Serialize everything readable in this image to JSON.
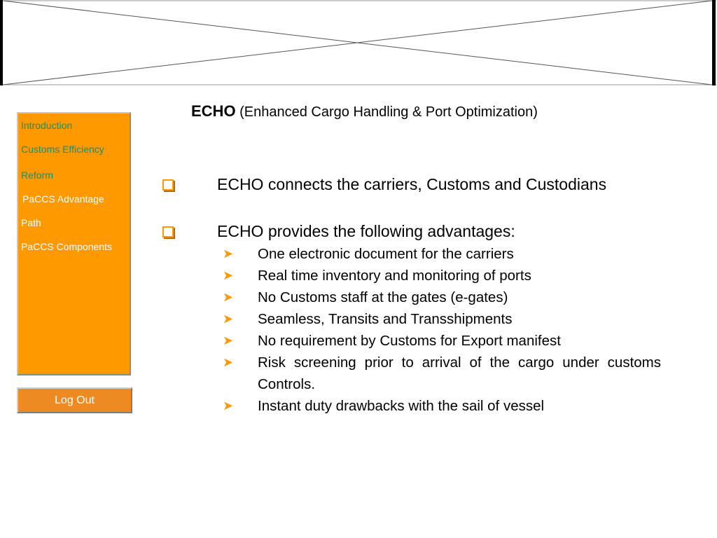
{
  "sidebar": {
    "items": [
      {
        "label": "Introduction"
      },
      {
        "label": "Customs Efficiency"
      },
      {
        "label": "Reform"
      },
      {
        "label": "PaCCS Advantage"
      },
      {
        "label": "Path"
      },
      {
        "label": "PaCCS Components"
      }
    ]
  },
  "logout": {
    "label": "Log Out"
  },
  "main": {
    "title_bold": "ECHO",
    "title_rest": "(Enhanced Cargo Handling & Port Optimization)",
    "bullets": [
      {
        "text": "ECHO connects the carriers, Customs and Custodians"
      },
      {
        "text": "ECHO provides the following advantages:"
      }
    ],
    "sub_bullets": [
      {
        "text": "One electronic document for the carriers"
      },
      {
        "text": "Real time inventory and monitoring of ports"
      },
      {
        "text": "No Customs staff at the gates (e-gates)"
      },
      {
        "text": "Seamless, Transits and Transshipments"
      },
      {
        "text": "No requirement by Customs for Export manifest"
      },
      {
        "text": "Risk screening prior to arrival of the cargo under customs Controls."
      },
      {
        "text": "Instant duty drawbacks with the sail of vessel"
      }
    ]
  },
  "colors": {
    "sidebar_bg": "#ff9900",
    "nav_text": "#1a8f6a",
    "logout_bg": "#ee8a22",
    "bullet_accent": "#ff9900"
  },
  "icons": {
    "bullet": "square-checkbox-icon",
    "sub_bullet": "arrowhead-icon"
  }
}
